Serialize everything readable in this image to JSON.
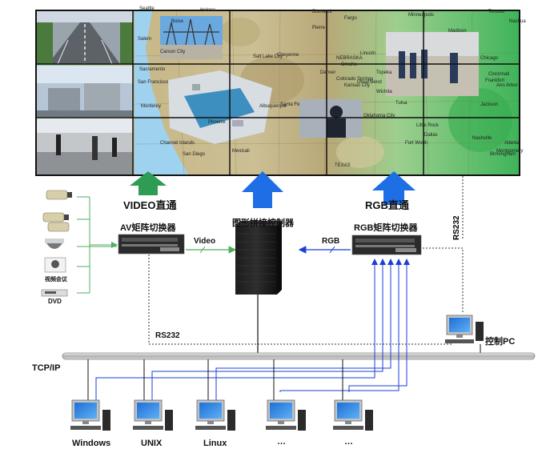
{
  "video_wall": {
    "map_labels": [
      "Seattle",
      "Helena",
      "Bismarck",
      "Fargo",
      "Minneapolis",
      "Boise",
      "Pierre",
      "Madison",
      "Salem",
      "Sacramento",
      "San Francisco",
      "Monterey",
      "Carson City",
      "Salt Lake City",
      "Cheyenne",
      "Lincoln",
      "Omaha",
      "Denver",
      "Topeka",
      "Kansas City",
      "Colorado Springs",
      "Great Bend",
      "Wichita",
      "Oklahoma City",
      "Tulsa",
      "Little Rock",
      "Albuquerque",
      "Santa Fe",
      "Phoenix",
      "San Diego",
      "Channel Islands",
      "Mexicali",
      "Fort Worth",
      "Dallas",
      "Jackson",
      "Montgomery",
      "Nashville",
      "Cincinnati",
      "Chicago",
      "Ann Arbor",
      "Frankfort",
      "Atlanta",
      "Birmingham",
      "Nashua",
      "NEBRASKA",
      "TEXAS",
      "Toronto"
    ]
  },
  "labels": {
    "video_direct": "VIDEO直通",
    "rgb_direct": "RGB直通",
    "av_matrix": "AV矩阵切换器",
    "graphics_controller": "图形拼接控制器",
    "rgb_matrix": "RGB矩阵切换器",
    "video_link": "Video",
    "rgb_link": "RGB",
    "rs232_right": "RS232",
    "rs232_bottom": "RS232",
    "control_pc": "控制PC",
    "tcpip": "TCP/IP",
    "video_conference": "视频会议",
    "dvd": "DVD"
  },
  "workstations": [
    "Windows",
    "UNIX",
    "Linux",
    "…",
    "…"
  ],
  "colors": {
    "green_arrow": "#2e9c52",
    "blue_arrow": "#1e6ee6",
    "blue_line": "#1a3fd6",
    "green_line": "#4fae5f",
    "bus": "#c8c8c8"
  }
}
